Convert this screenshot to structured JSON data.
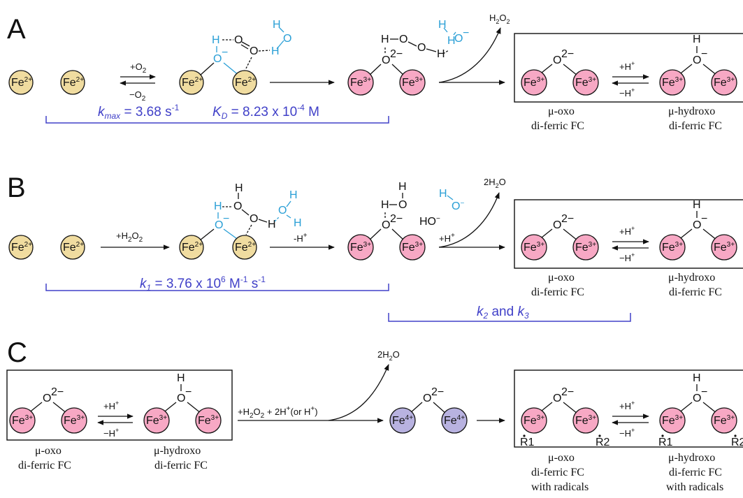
{
  "panels": {
    "a": {
      "letter": "A"
    },
    "b": {
      "letter": "B"
    },
    "c": {
      "letter": "C"
    }
  },
  "ions": {
    "fe2": "Fe",
    "fe2_sup": "2+",
    "fe3": "Fe",
    "fe3_sup": "3+",
    "fe4": "Fe",
    "fe4_sup": "4+"
  },
  "atoms": {
    "O": "O",
    "H": "H",
    "o2minus_sup": "2−",
    "ominus_sup": "−",
    "hydroxide": "HO",
    "hydroxide_sup": "−"
  },
  "reagents": {
    "plus_o2": "+O",
    "minus_o2": "−O",
    "two": "2",
    "plus_h2o2": "+H",
    "h2o2_tail": "O",
    "h2o2_product": "H",
    "two_h2o": "2H",
    "two_h2o_tail": "O",
    "minus_hplus": "-H",
    "plus_hplus": "+H",
    "plus_h": "+H",
    "minus_h": "−H",
    "plus_sup": "+",
    "c_reagent_1": "+H",
    "c_reagent_2": "O",
    "c_reagent_3": " + 2H",
    "c_reagent_4": "(or H",
    "c_reagent_5": ")"
  },
  "rates": {
    "a_kmax_k": "k",
    "a_kmax_sub": "max",
    "a_kmax_eq": " = 3.68 s",
    "a_kmax_exp": "-1",
    "a_kd_k": "K",
    "a_kd_sub": "D",
    "a_kd_eq": " = 8.23 x 10",
    "a_kd_exp": "-4",
    "a_kd_unit": " M",
    "b_k1_k": "k",
    "b_k1_sub": "1",
    "b_k1_eq": " = 3.76 x 10",
    "b_k1_exp1": "6",
    "b_k1_unit1": " M",
    "b_k1_exp2": "-1",
    "b_k1_unit2": " s",
    "b_k1_exp3": "-1",
    "b_k2": "k",
    "b_k2_sub": "2",
    "b_and": " and ",
    "b_k3": "k",
    "b_k3_sub": "3"
  },
  "captions": {
    "mu_oxo": "μ-oxo",
    "mu_hydroxo": "μ-hydroxo",
    "diferric_fc": "di-ferric FC",
    "with_radicals": "with radicals"
  },
  "radicals": {
    "r1": "R1",
    "r2": "R2"
  },
  "colors": {
    "fe2_fill": "#f0dca0",
    "fe3_fill": "#f7a8c4",
    "fe4_fill": "#b8b2e0",
    "rate_blue": "#4040c8",
    "water_blue": "#2a9fd6"
  }
}
